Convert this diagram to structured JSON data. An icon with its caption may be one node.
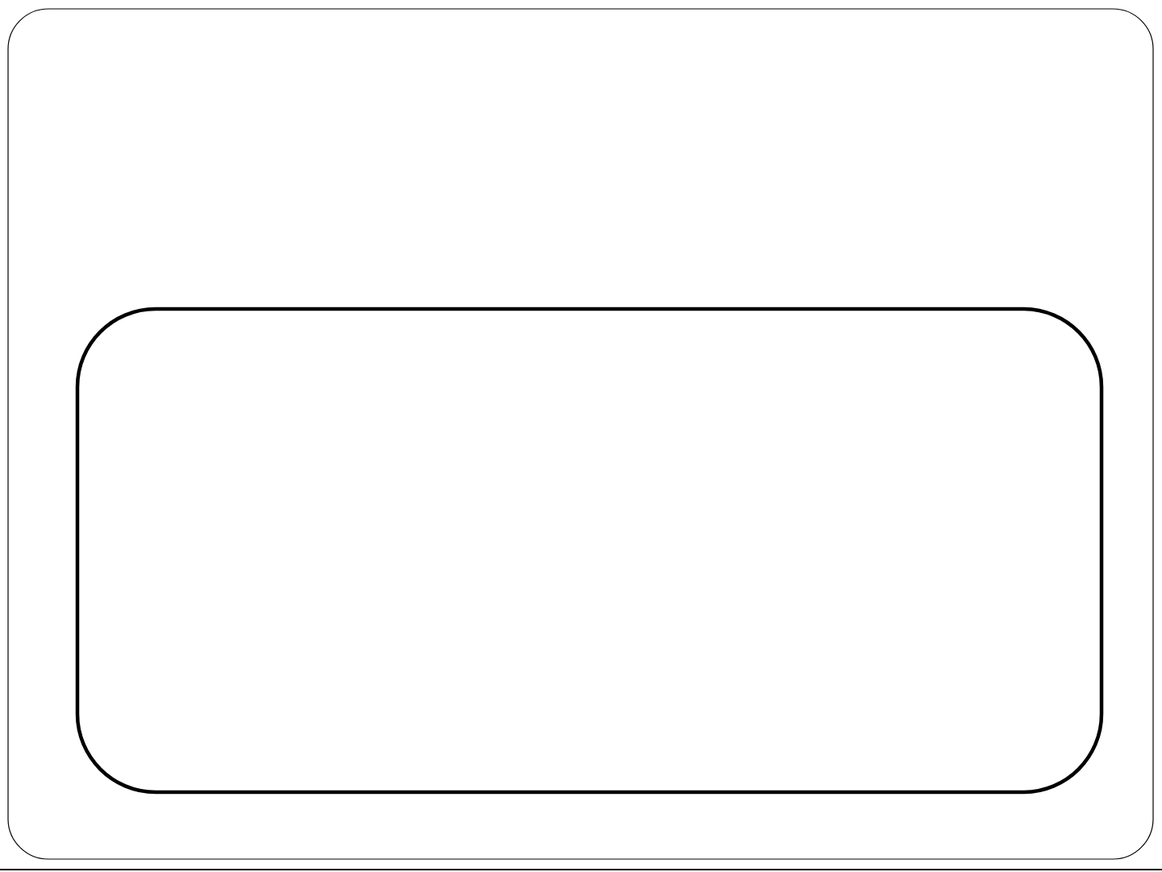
{
  "diagram": {
    "nodes": [
      {
        "text": [],
        "shape": "box"
      },
      {
        "text": [],
        "shape": "box",
        "in": 0
      }
    ]
  }
}
